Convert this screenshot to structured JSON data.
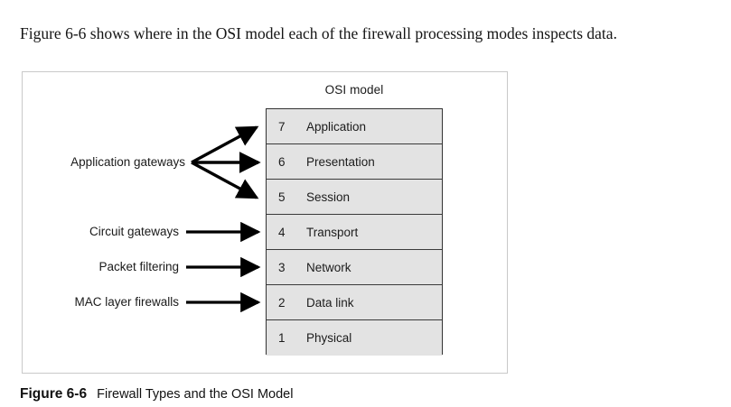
{
  "body_text": "Figure 6-6 shows where in the OSI model each of the firewall processing modes inspects data.",
  "figure": {
    "stack_title": "OSI model",
    "layers": [
      {
        "number": "7",
        "name": "Application"
      },
      {
        "number": "6",
        "name": "Presentation"
      },
      {
        "number": "5",
        "name": "Session"
      },
      {
        "number": "4",
        "name": "Transport"
      },
      {
        "number": "3",
        "name": "Network"
      },
      {
        "number": "2",
        "name": "Data link"
      },
      {
        "number": "1",
        "name": "Physical"
      }
    ],
    "annotations": [
      {
        "label": "Application gateways",
        "targets": [
          "7",
          "6",
          "5"
        ]
      },
      {
        "label": "Circuit gateways",
        "targets": [
          "4"
        ]
      },
      {
        "label": "Packet filtering",
        "targets": [
          "3"
        ]
      },
      {
        "label": "MAC layer firewalls",
        "targets": [
          "2"
        ]
      }
    ],
    "colors": {
      "layer_fill": "#e3e3e3",
      "layer_border": "#333333",
      "frame_border": "#c9c9c9",
      "arrow": "#000000"
    }
  },
  "caption": {
    "number": "Figure 6-6",
    "text": "Firewall Types and the OSI Model"
  }
}
